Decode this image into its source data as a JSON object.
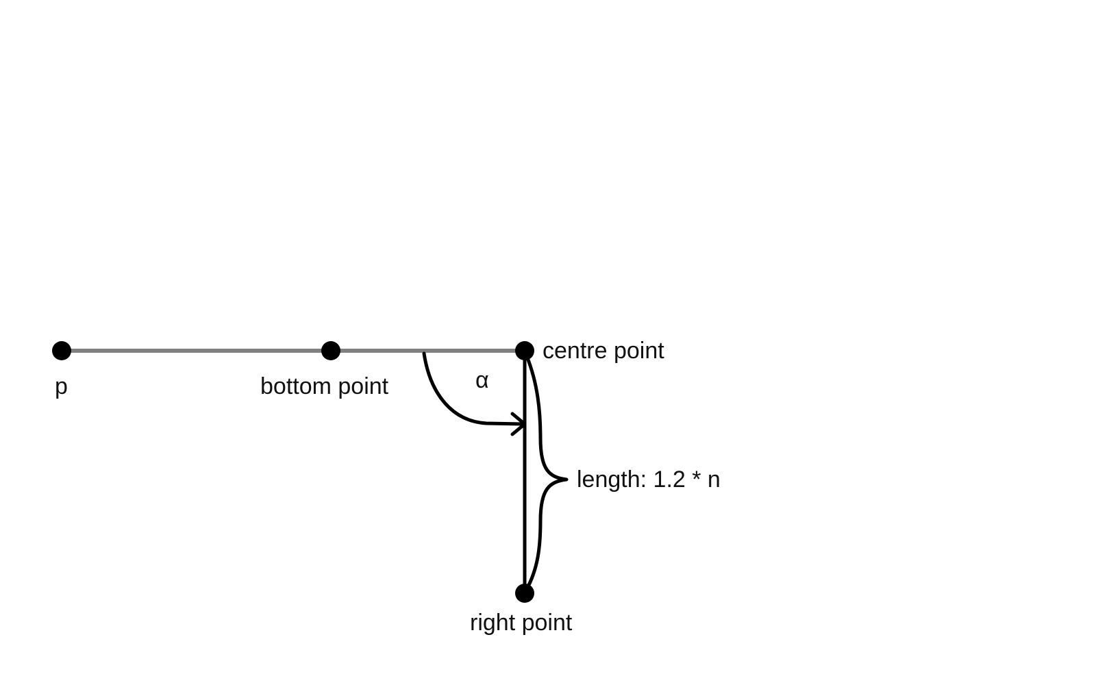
{
  "diagram": {
    "points": {
      "p": "p",
      "bottom": "bottom point",
      "centre": "centre point",
      "right": "right point"
    },
    "angle_label": "α",
    "length_label": "length: 1.2 * n",
    "colors": {
      "baseline": "#808080",
      "ink": "#000000"
    }
  }
}
